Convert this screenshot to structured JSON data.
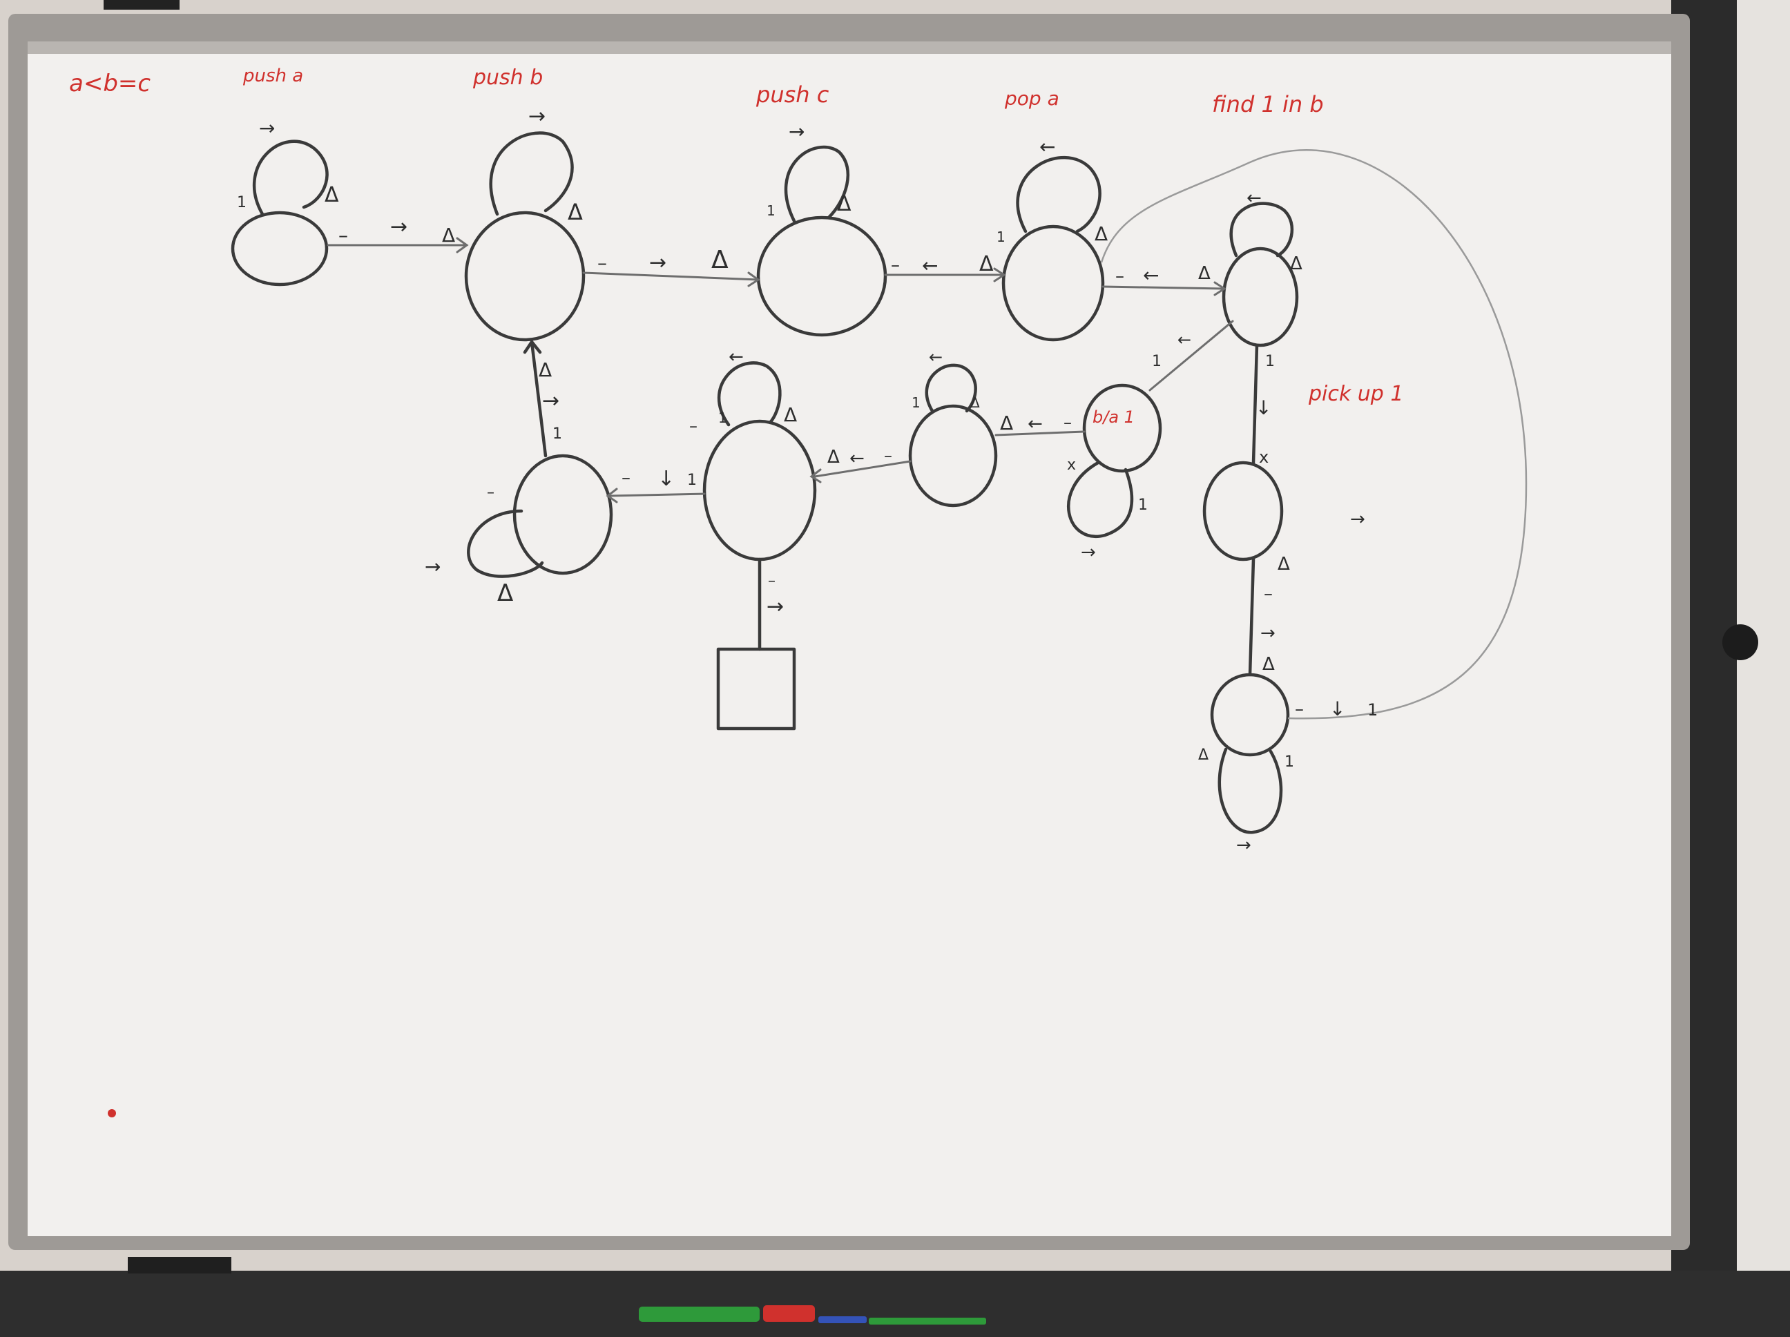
{
  "whiteboard": {
    "colors": {
      "board": "#f2f0ee",
      "frame": "#9e9a96",
      "ink_black": "#3a3a3a",
      "ink_red": "#d0312d",
      "stand": "#2b2b2b",
      "marker_green": "#2e9a3a",
      "marker_red": "#d0312d",
      "marker_blue": "#3453b8"
    },
    "headings": {
      "h0": "a<b=c",
      "h1": "push a",
      "h2": "push b",
      "h3": "push c",
      "h4": "pop a",
      "h5": "find 1 in b",
      "h6": "pick up 1",
      "h7": "b/a 1"
    },
    "symbols": {
      "delta": "Δ",
      "blank": "–",
      "one": "1",
      "right": "→",
      "left": "←",
      "down": "↓",
      "cross": "x"
    }
  }
}
